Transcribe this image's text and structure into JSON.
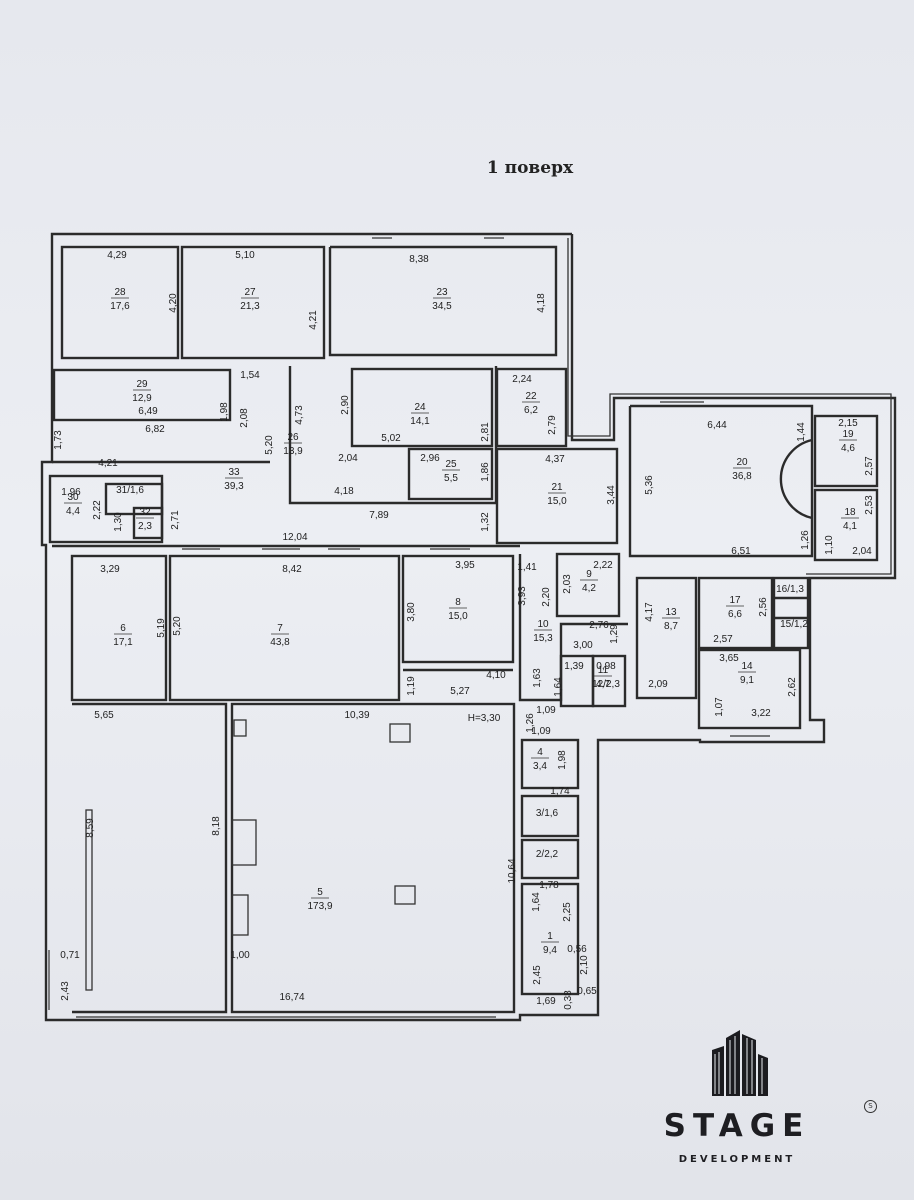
{
  "floor_title": "1 поверх",
  "rooms": [
    {
      "id": "28",
      "area": "17,6"
    },
    {
      "id": "27",
      "area": "21,3"
    },
    {
      "id": "23",
      "area": "34,5"
    },
    {
      "id": "29",
      "area": "12,9"
    },
    {
      "id": "24",
      "area": "14,1"
    },
    {
      "id": "22",
      "area": "6,2"
    },
    {
      "id": "26",
      "area": "13,9"
    },
    {
      "id": "25",
      "area": "5,5"
    },
    {
      "id": "21",
      "area": "15,0"
    },
    {
      "id": "20",
      "area": "36,8"
    },
    {
      "id": "19",
      "area": "4,6"
    },
    {
      "id": "18",
      "area": "4,1"
    },
    {
      "id": "33",
      "area": "39,3"
    },
    {
      "id": "30",
      "area": "4,4"
    },
    {
      "id": "31",
      "area": "1,6"
    },
    {
      "id": "32",
      "area": "2,3"
    },
    {
      "id": "6",
      "area": "17,1"
    },
    {
      "id": "7",
      "area": "43,8"
    },
    {
      "id": "8",
      "area": "15,0"
    },
    {
      "id": "9",
      "area": "4,2"
    },
    {
      "id": "10",
      "area": "15,3"
    },
    {
      "id": "11",
      "area": "4,7"
    },
    {
      "id": "12",
      "area": "2,3"
    },
    {
      "id": "13",
      "area": "8,7"
    },
    {
      "id": "17",
      "area": "6,6"
    },
    {
      "id": "16",
      "area": "1,3"
    },
    {
      "id": "15",
      "area": "1,2"
    },
    {
      "id": "14",
      "area": "9,1"
    },
    {
      "id": "5",
      "area": "173,9"
    },
    {
      "id": "4",
      "area": "3,4"
    },
    {
      "id": "3",
      "area": "1,6"
    },
    {
      "id": "2",
      "area": "2,2"
    },
    {
      "id": "1",
      "area": "9,4"
    }
  ],
  "dimensions": [
    "4,29",
    "5,10",
    "8,38",
    "4,20",
    "4,21",
    "4,18",
    "1,54",
    "1,98",
    "6,49",
    "2,08",
    "6,82",
    "2,24",
    "2,81",
    "2,79",
    "4,73",
    "2,90",
    "5,02",
    "2,04",
    "2,96",
    "1,86",
    "4,37",
    "3,44",
    "5,20",
    "4,18",
    "1,73",
    "4,21",
    "7,89",
    "1,32",
    "1,96",
    "2,22",
    "1,30",
    "2,71",
    "12,04",
    "6,44",
    "1,44",
    "2,15",
    "2,57",
    "5,36",
    "2,53",
    "1,26",
    "1,10",
    "2,04",
    "6,51",
    "3,29",
    "8,42",
    "3,95",
    "1,41",
    "2,22",
    "5,19",
    "5,20",
    "3,80",
    "3,93",
    "2,20",
    "2,03",
    "2,76",
    "1,29",
    "3,00",
    "4,17",
    "2,56",
    "2,57",
    "1,19",
    "4,10",
    "1,63",
    "1,39",
    "0,98",
    "1,64",
    "5,27",
    "2,09",
    "3,65",
    "2,62",
    "1,07",
    "3,22",
    "5,65",
    "10,39",
    "H=3,30",
    "1,26",
    "1,09",
    "1,09",
    "1,98",
    "1,74",
    "8,59",
    "8,18",
    "10,64",
    "1,78",
    "1,64",
    "2,25",
    "0,56",
    "2,10",
    "2,45",
    "0,71",
    "1,00",
    "2,43",
    "16,74",
    "1,69",
    "0,38",
    "0,65"
  ],
  "logo": {
    "name": "STAGE",
    "subtitle": "DEVELOPMENT",
    "reg_mark": "S"
  }
}
